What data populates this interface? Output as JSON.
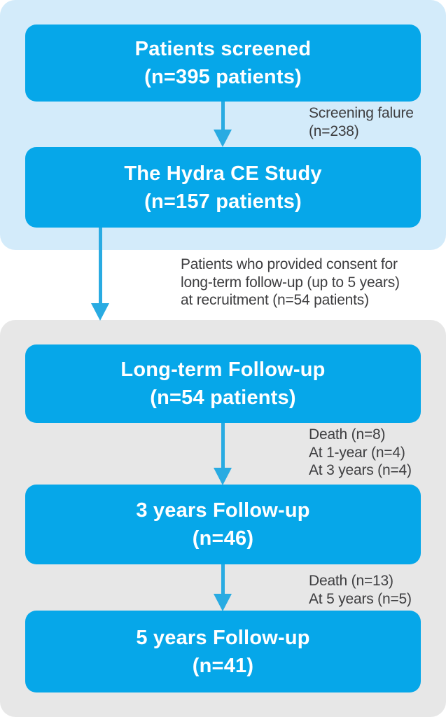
{
  "palette": {
    "box_blue": "#06a7e9",
    "arrow_blue": "#29abe2",
    "panel_light_blue": "#d3ebfa",
    "panel_gray": "#e7e7e7",
    "box_text": "#ffffff",
    "label_text": "#3e3e40"
  },
  "flow": {
    "nodes": [
      {
        "line1": "Patients screened",
        "line2": "(n=395 patients)"
      },
      {
        "line1": "The Hydra CE Study",
        "line2": "(n=157 patients)"
      },
      {
        "line1": "Long-term Follow-up",
        "line2": "(n=54 patients)"
      },
      {
        "line1": "3 years Follow-up",
        "line2": "(n=46)"
      },
      {
        "line1": "5 years Follow-up",
        "line2": "(n=41)"
      }
    ],
    "edges": [
      {
        "from": "Patients screened",
        "to": "The Hydra CE Study",
        "labels": [
          "Screening falure",
          "(n=238)"
        ]
      },
      {
        "from": "The Hydra CE Study",
        "to": "Long-term Follow-up",
        "labels": [
          "Patients who provided consent for",
          "long-term follow-up (up to 5 years)",
          "at recruitment (n=54 patients)"
        ]
      },
      {
        "from": "Long-term Follow-up",
        "to": "3 years Follow-up",
        "labels": [
          "Death (n=8)",
          "At 1-year (n=4)",
          "At 3 years (n=4)"
        ]
      },
      {
        "from": "3 years Follow-up",
        "to": "5 years Follow-up",
        "labels": [
          "Death (n=13)",
          "At 5 years (n=5)"
        ]
      }
    ]
  }
}
